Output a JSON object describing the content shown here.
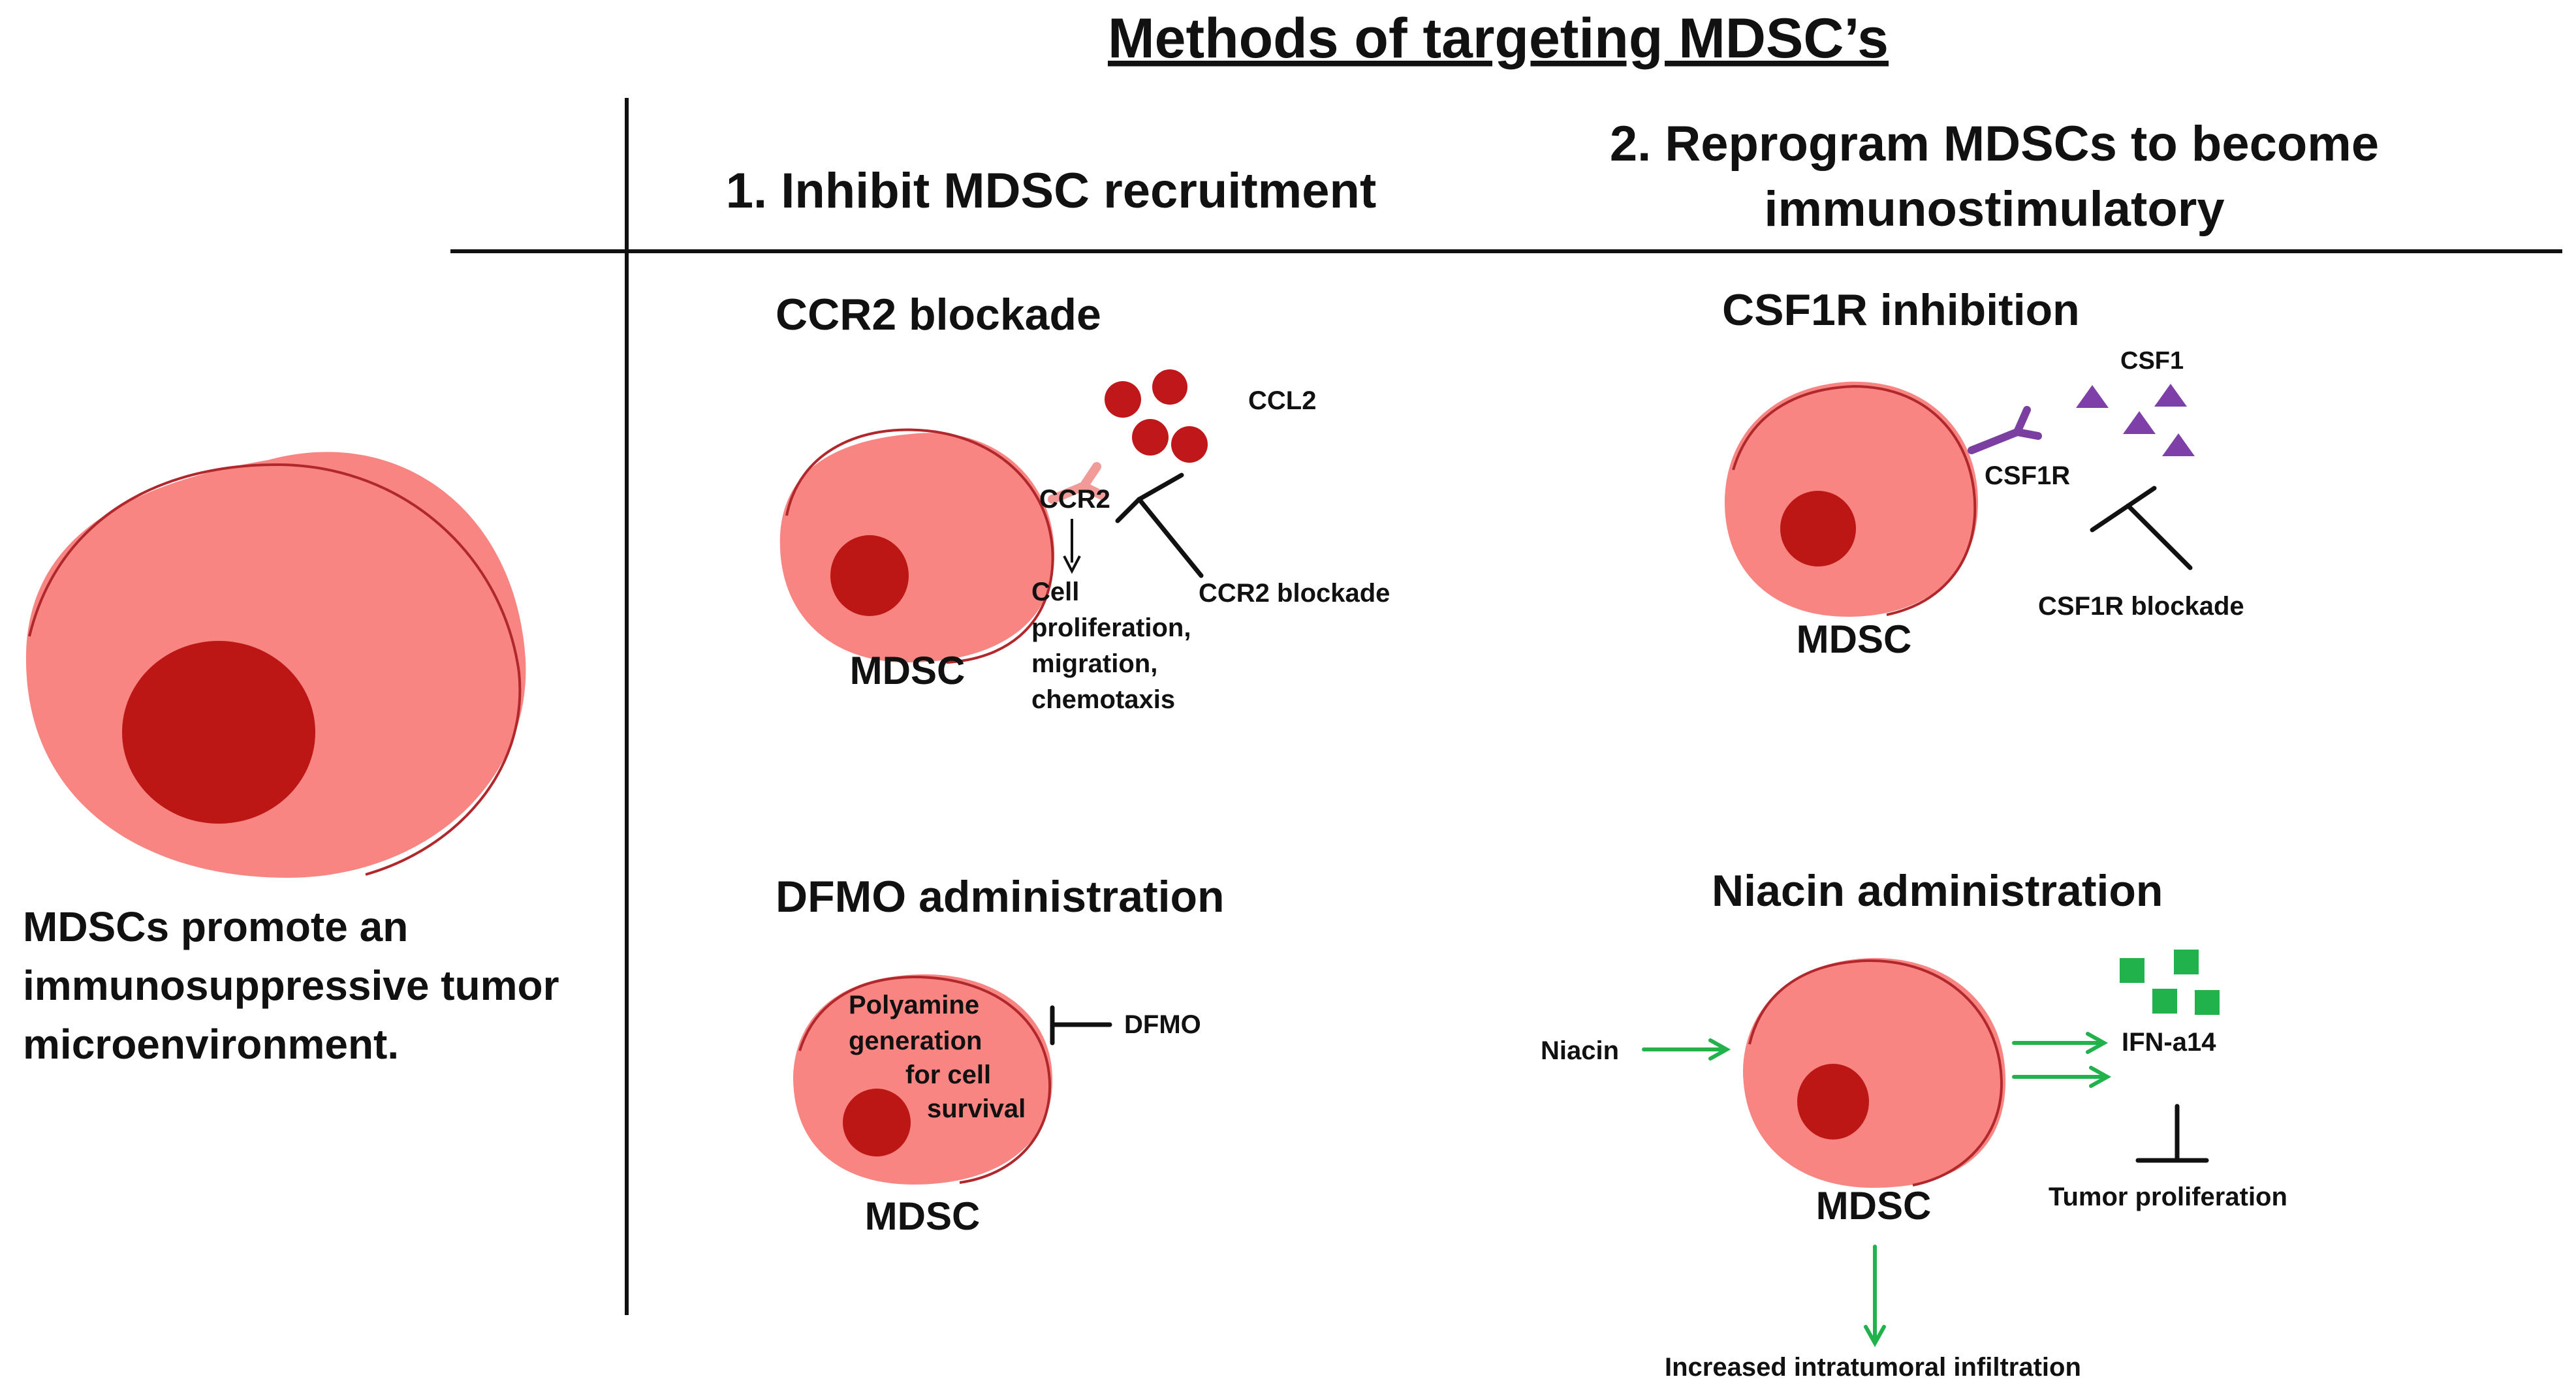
{
  "title": "Methods of targeting MDSC’s",
  "left_panel": {
    "caption_lines": [
      "MDSCs promote an",
      "immunosuppressive tumor",
      "microenvironment."
    ]
  },
  "section1": {
    "heading": "1. Inhibit MDSC recruitment",
    "ccr2": {
      "title": "CCR2 blockade",
      "ligand_label": "CCL2",
      "receptor_label": "CCR2",
      "effect_lines": [
        "Cell",
        "proliferation,",
        "migration,",
        "chemotaxis"
      ],
      "blockade_label": "CCR2 blockade",
      "cell_label": "MDSC"
    },
    "dfmo": {
      "title": "DFMO administration",
      "inside_lines": [
        "Polyamine",
        "generation",
        "for cell",
        "survival"
      ],
      "drug_label": "DFMO",
      "cell_label": "MDSC"
    }
  },
  "section2": {
    "heading_lines": [
      "2. Reprogram MDSCs to become",
      "immunostimulatory"
    ],
    "csf1r": {
      "title": "CSF1R inhibition",
      "ligand_label": "CSF1",
      "receptor_label": "CSF1R",
      "blockade_label": "CSF1R blockade",
      "cell_label": "MDSC"
    },
    "niacin": {
      "title": "Niacin administration",
      "input_label": "Niacin",
      "output_label": "IFN-a14",
      "inhibit_label": "Tumor proliferation",
      "bottom_label": "Increased intratumoral infiltration",
      "cell_label": "MDSC"
    }
  },
  "colors": {
    "cell_fill": "#F98583",
    "cell_edge": "#B0282C",
    "nucleus": "#BC1715",
    "ccl2": "#C0181A",
    "receptor_ccr2": "#F19A98",
    "csf1r": "#7A3FA0",
    "csf1": "#7E3FA8",
    "green": "#22B24C",
    "ifn": "#22B24C",
    "line": "#111111"
  }
}
